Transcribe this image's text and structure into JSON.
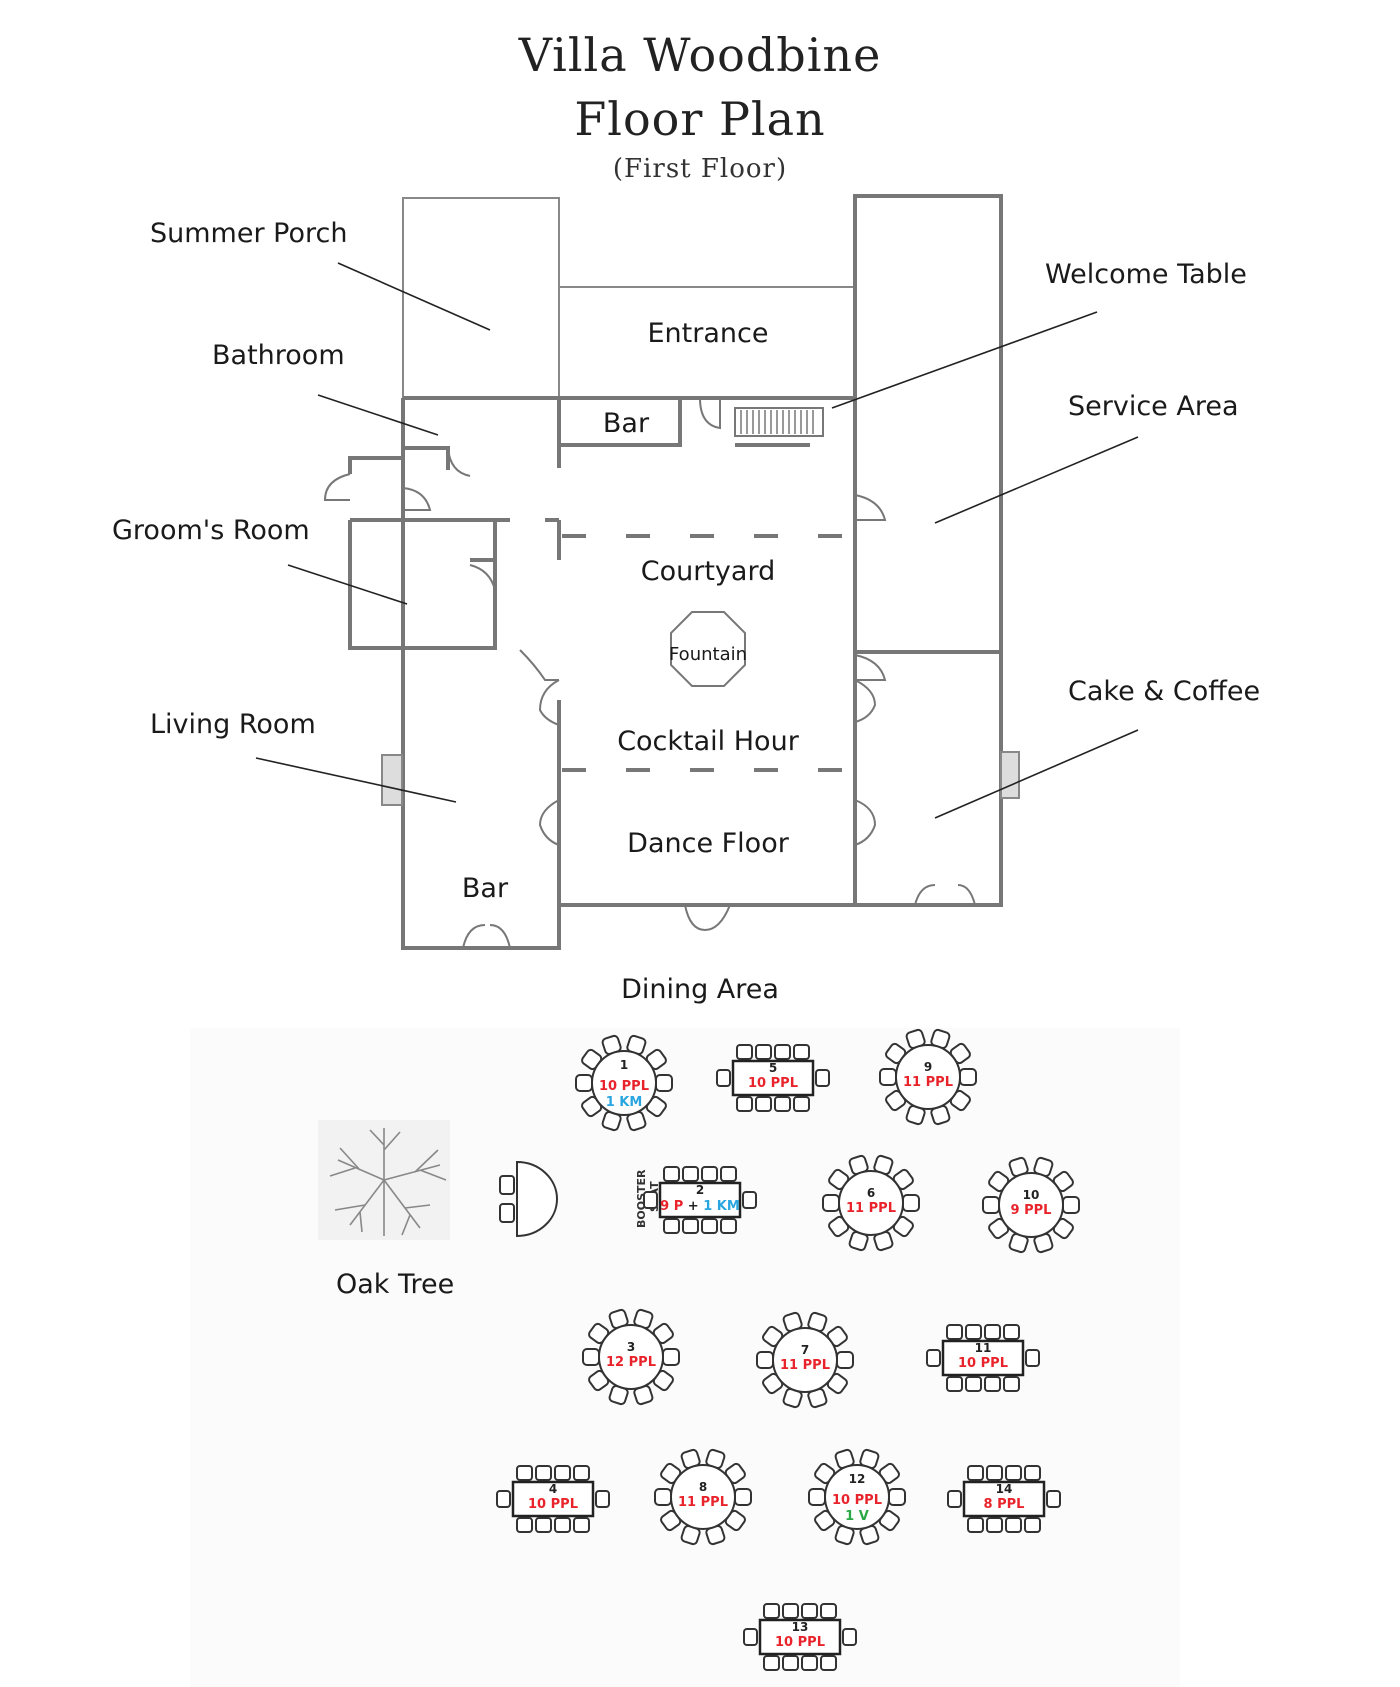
{
  "title": {
    "line1": "Villa Woodbine",
    "line2": "Floor Plan",
    "line3": "(First Floor)"
  },
  "callouts": {
    "summer_porch": "Summer Porch",
    "bathroom": "Bathroom",
    "grooms_room": "Groom's Room",
    "living_room": "Living Room",
    "welcome_table": "Welcome Table",
    "service_area": "Service Area",
    "cake_coffee": "Cake & Coffee"
  },
  "rooms": {
    "entrance": "Entrance",
    "bar_top": "Bar",
    "courtyard": "Courtyard",
    "fountain": "Fountain",
    "cocktail_hour": "Cocktail Hour",
    "dance_floor": "Dance Floor",
    "bar_bottom": "Bar"
  },
  "dining": {
    "heading": "Dining Area",
    "oak_tree": "Oak Tree",
    "booster_line1": "BOOSTER",
    "booster_line2": "SEAT",
    "tables": [
      {
        "number": "1",
        "shape": "round",
        "lines": [
          {
            "text": "10 PPL",
            "color": "red"
          },
          {
            "text": "1 KM",
            "color": "blue"
          }
        ]
      },
      {
        "number": "5",
        "shape": "rect",
        "lines": [
          {
            "text": "10 PPL",
            "color": "red"
          }
        ]
      },
      {
        "number": "9",
        "shape": "round",
        "lines": [
          {
            "text": "11 PPL",
            "color": "red"
          }
        ]
      },
      {
        "number": "2",
        "shape": "rect",
        "lines": [
          {
            "text": "9 P",
            "color": "red"
          },
          {
            "text": "+",
            "color": "dark"
          },
          {
            "text": "1 KM",
            "color": "blue"
          }
        ]
      },
      {
        "number": "6",
        "shape": "round",
        "lines": [
          {
            "text": "11 PPL",
            "color": "red"
          }
        ]
      },
      {
        "number": "10",
        "shape": "round",
        "lines": [
          {
            "text": "9 PPL",
            "color": "red"
          }
        ]
      },
      {
        "number": "3",
        "shape": "round",
        "lines": [
          {
            "text": "12 PPL",
            "color": "red"
          }
        ]
      },
      {
        "number": "7",
        "shape": "round",
        "lines": [
          {
            "text": "11 PPL",
            "color": "red"
          }
        ]
      },
      {
        "number": "11",
        "shape": "rect",
        "lines": [
          {
            "text": "10 PPL",
            "color": "red"
          }
        ]
      },
      {
        "number": "4",
        "shape": "rect",
        "lines": [
          {
            "text": "10 PPL",
            "color": "red"
          }
        ]
      },
      {
        "number": "8",
        "shape": "round",
        "lines": [
          {
            "text": "11 PPL",
            "color": "red"
          }
        ]
      },
      {
        "number": "12",
        "shape": "round",
        "lines": [
          {
            "text": "10 PPL",
            "color": "red"
          },
          {
            "text": "1 V",
            "color": "green"
          }
        ]
      },
      {
        "number": "14",
        "shape": "rect",
        "lines": [
          {
            "text": "8 PPL",
            "color": "red"
          }
        ]
      },
      {
        "number": "13",
        "shape": "rect",
        "lines": [
          {
            "text": "10 PPL",
            "color": "red"
          }
        ]
      }
    ]
  },
  "colors": {
    "red": "#e8232b",
    "blue": "#29a6e0",
    "green": "#2aa845",
    "wall": "#777777"
  }
}
